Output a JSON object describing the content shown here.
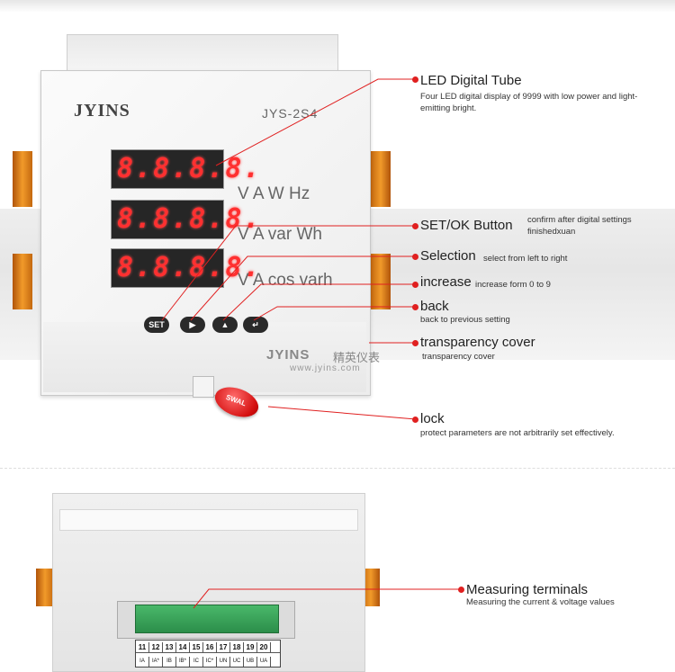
{
  "product": {
    "brand": "JYINS",
    "model": "JYS-2S4",
    "displays": [
      {
        "digits": "8.8.8.8.",
        "units": "V A  W  Hz"
      },
      {
        "digits": "8.8.8.8.",
        "units": "V A  var Wh"
      },
      {
        "digits": "8.8.8.8.",
        "units": "V A cos varh"
      }
    ],
    "buttons": {
      "set": "SET",
      "right": "▶",
      "up": "▲",
      "enter": "↵"
    },
    "seal_text": "SWAL",
    "watermark_brand": "JYINS",
    "watermark_cn": "精英仪表",
    "watermark_url": "www.jyins.com"
  },
  "annotations": [
    {
      "title": "LED Digital Tube",
      "desc": "Four LED digital display of 9999 with low power and light-emitting bright."
    },
    {
      "title": "SET/OK Button",
      "desc": "confirm after digital settings finishedxuan"
    },
    {
      "title": "Selection",
      "desc": "select from left to right"
    },
    {
      "title": "increase",
      "desc": "increase form 0 to 9"
    },
    {
      "title": "back",
      "desc": "back to previous setting"
    },
    {
      "title": "transparency cover",
      "desc": "transparency cover"
    },
    {
      "title": "lock",
      "desc": "protect parameters are not arbitrarily set effectively."
    },
    {
      "title": "Measuring terminals",
      "desc": "Measuring the current & voltage values"
    }
  ],
  "terminals": {
    "numbers": [
      "11",
      "12",
      "13",
      "14",
      "15",
      "16",
      "17",
      "18",
      "19",
      "20"
    ],
    "labels": [
      "IA",
      "IA*",
      "IB",
      "IB*",
      "IC",
      "IC*",
      "UN",
      "UC",
      "UB",
      "UA"
    ]
  },
  "colors": {
    "accent": "#e02020",
    "led": "#ff3030",
    "connector": "#3aaa5a"
  }
}
